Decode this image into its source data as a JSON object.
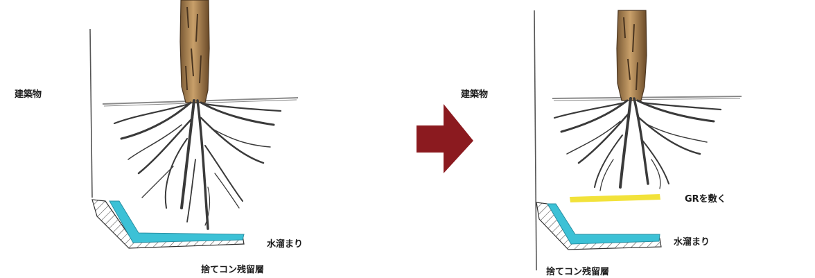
{
  "before": {
    "building_label": "建築物",
    "water_label": "水溜まり",
    "layer_label": "捨てコン残留層"
  },
  "after": {
    "building_label": "建築物",
    "gr_label": "GRを敷く",
    "water_label": "水溜まり",
    "layer_label": "捨てコン残留層"
  },
  "colors": {
    "arrow": "#8b1a1f",
    "water": "#3cc1d6",
    "gr_sheet": "#f2e23a",
    "trunk": "#c89a5a",
    "roots": "#3a3a3a"
  }
}
